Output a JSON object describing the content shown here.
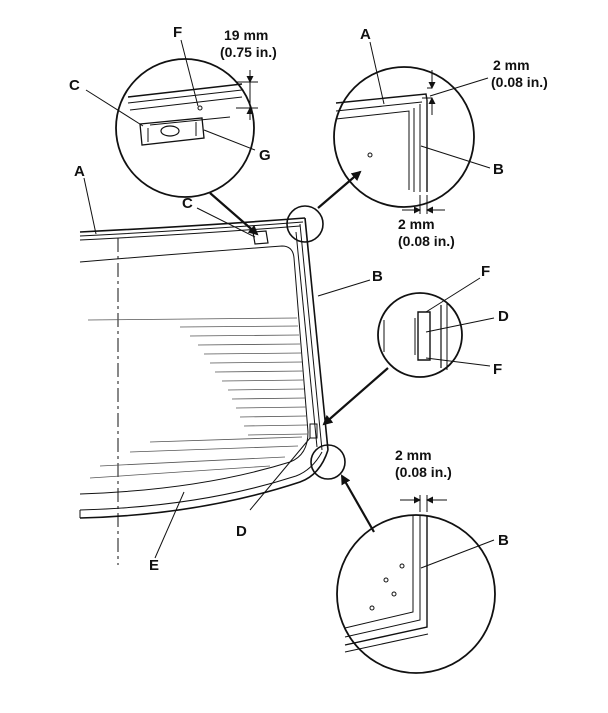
{
  "labels": {
    "A": "A",
    "B": "B",
    "C": "C",
    "D": "D",
    "E": "E",
    "F": "F",
    "G": "G"
  },
  "dimensions": {
    "top_offset_mm": "19 mm",
    "top_offset_in": "(0.75 in.)",
    "clearance_mm": "2 mm",
    "clearance_in": "(0.08 in.)"
  },
  "colors": {
    "line": "#111111",
    "glass_lines": "#555555",
    "background": "#ffffff"
  }
}
